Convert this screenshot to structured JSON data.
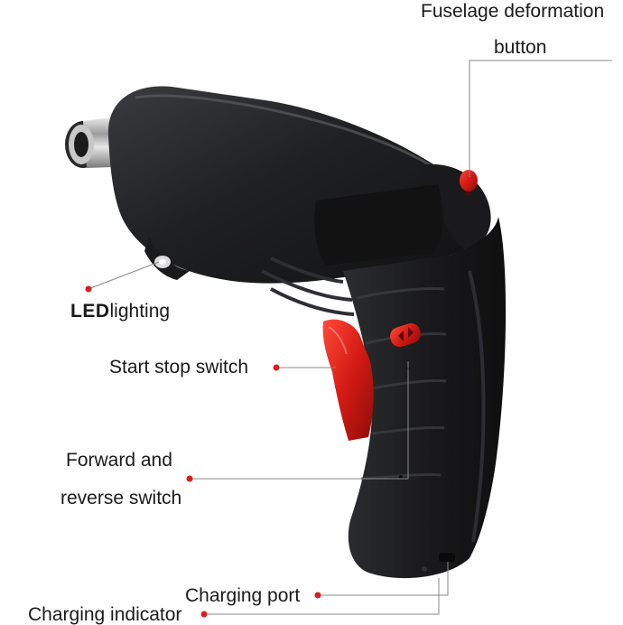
{
  "labels": {
    "fuselage_line1": "Fuselage deformation",
    "fuselage_line2": "button",
    "led_strong": "LED",
    "led_rest": "lighting",
    "start_stop": "Start stop switch",
    "forward_line1": "Forward and",
    "forward_line2": "reverse switch",
    "charging_port": "Charging port",
    "charging_indicator": "Charging indicator"
  },
  "colors": {
    "accent": "#d42020",
    "body": "#1e1e20",
    "text": "#1a1a1a",
    "background": "#ffffff"
  }
}
